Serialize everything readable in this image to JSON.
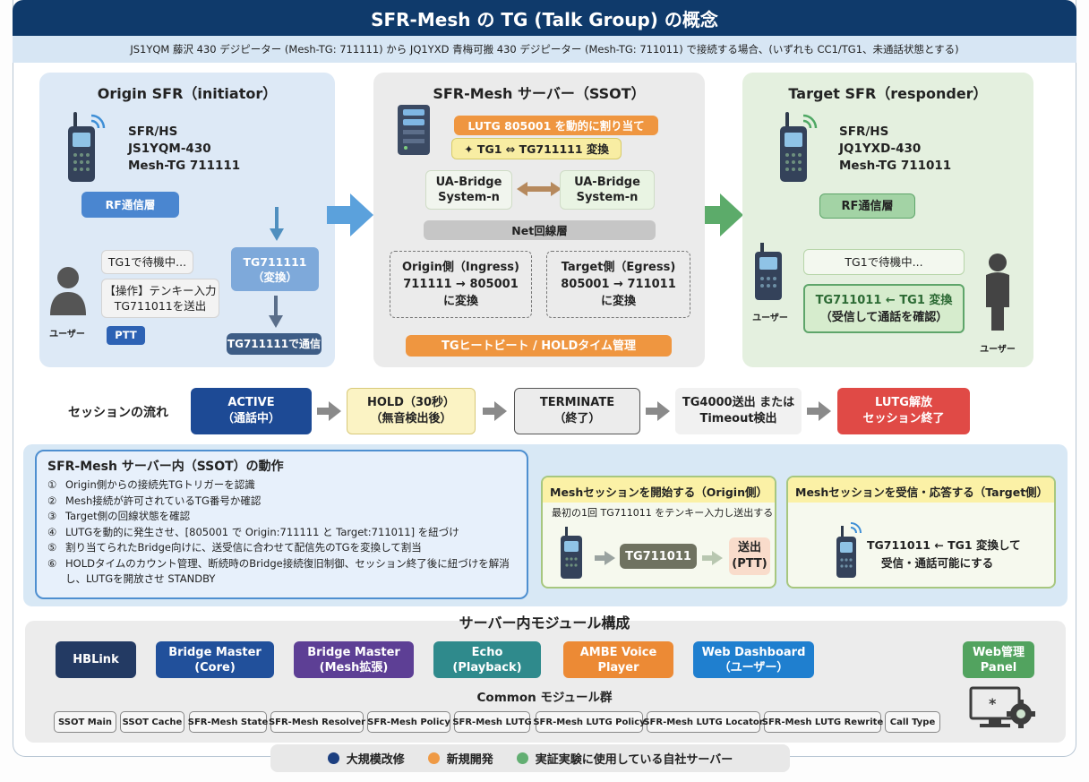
{
  "header": {
    "title": "SFR-Mesh の TG (Talk Group) の概念",
    "subtitle": "JS1YQM 藤沢 430 デジピーター (Mesh-TG: 711111) から JQ1YXD 青梅可搬 430 デジピーター (Mesh-TG: 711011) で接続する場合、(いずれも CC1/TG1、未通話状態とする)"
  },
  "origin": {
    "title": "Origin SFR（initiator）",
    "device_lines": [
      "SFR/HS",
      "JS1YQM-430",
      "Mesh-TG 711111"
    ],
    "rf_layer": "RF通信層",
    "standby": "TG1で待機中...",
    "operation_line1": "【操作】テンキー入力",
    "operation_line2": "TG711011を送出",
    "ptt": "PTT",
    "user_label": "ユーザー",
    "convert_line1": "TG711111",
    "convert_line2": "（変換）",
    "comm": "TG711111で通信"
  },
  "server": {
    "title": "SFR-Mesh サーバー（SSOT）",
    "lutg_alloc": "LUTG 805001 を動的に割り当て",
    "tg_convert": "✦ TG1 ⇔ TG711111 変換",
    "bridge_left_1": "UA-Bridge",
    "bridge_left_2": "System-n",
    "bridge_right_1": "UA-Bridge",
    "bridge_right_2": "System-n",
    "net_layer": "Net回線層",
    "ingress_1": "Origin側（Ingress)",
    "ingress_2": "711111 → 805001",
    "ingress_3": "に変換",
    "egress_1": "Target側（Egress)",
    "egress_2": "805001 → 711011",
    "egress_3": "に変換",
    "heartbeat": "TGヒートビート / HOLDタイム管理"
  },
  "target": {
    "title": "Target SFR（responder）",
    "device_lines": [
      "SFR/HS",
      "JQ1YXD-430",
      "Mesh-TG 711011"
    ],
    "rf_layer": "RF通信層",
    "standby": "TG1で待機中...",
    "convert_line1": "TG711011 ← TG1 変換",
    "convert_line2": "（受信して通話を確認）",
    "user_label_left": "ユーザー",
    "user_label_right": "ユーザー"
  },
  "flow": {
    "label": "セッションの流れ",
    "steps": [
      {
        "line1": "ACTIVE",
        "line2": "（通話中）"
      },
      {
        "line1": "HOLD（30秒）",
        "line2": "（無音検出後）"
      },
      {
        "line1": "TERMINATE",
        "line2": "（終了）"
      },
      {
        "line1": "TG4000送出 または",
        "line2": "Timeout検出"
      },
      {
        "line1": "LUTG解放",
        "line2": "セッション終了"
      }
    ]
  },
  "ssot_ops": {
    "title": "SFR-Mesh サーバー内（SSOT）の動作",
    "items": [
      {
        "n": "①",
        "text": "Origin側からの接続先TGトリガーを認識"
      },
      {
        "n": "②",
        "text": "Mesh接続が許可されているTG番号か確認"
      },
      {
        "n": "③",
        "text": "Target側の回線状態を確認"
      },
      {
        "n": "④",
        "text": "LUTGを動的に発生させ、[805001 で Origin:711111 と Target:711011] を紐づけ"
      },
      {
        "n": "⑤",
        "text": "割り当てられたBridge向けに、送受信に合わせて配信先のTGを変換して割当"
      },
      {
        "n": "⑥",
        "text": "HOLDタイムのカウント管理、断続時のBridge接続復旧制御、セッション終了後に紐づけを解消し、LUTGを開放させ STANDBY"
      }
    ]
  },
  "origin_card": {
    "title": "Meshセッションを開始する（Origin側）",
    "desc": "最初の1回 TG711011 をテンキー入力し送出する",
    "tg": "TG711011",
    "send_1": "送出",
    "send_2": "(PTT)"
  },
  "target_card": {
    "title": "Meshセッションを受信・応答する（Target側）",
    "line1": "TG711011 ← TG1 変換して",
    "line2": "受信・通話可能にする"
  },
  "modules": {
    "title": "サーバー内モジュール構成",
    "items": [
      {
        "line1": "HBLink",
        "line2": "",
        "color": "#233a63"
      },
      {
        "line1": "Bridge Master",
        "line2": "(Core)",
        "color": "#21509b"
      },
      {
        "line1": "Bridge Master",
        "line2": "(Mesh拡張)",
        "color": "#5d3f95"
      },
      {
        "line1": "Echo",
        "line2": "(Playback)",
        "color": "#2f8a8c"
      },
      {
        "line1": "AMBE Voice",
        "line2": "Player",
        "color": "#ec8a35"
      },
      {
        "line1": "Web Dashboard",
        "line2": "（ユーザー）",
        "color": "#1f7fcf"
      },
      {
        "line1": "Web管理",
        "line2": "Panel",
        "color": "#52a35f"
      }
    ],
    "common_title": "Common モジュール群",
    "common": [
      "SSOT Main",
      "SSOT Cache",
      "SFR-Mesh State",
      "SFR-Mesh Resolver",
      "SFR-Mesh Policy",
      "SFR-Mesh LUTG",
      "SFR-Mesh LUTG Policy",
      "SFR-Mesh LUTG Locator",
      "SFR-Mesh LUTG Rewrite",
      "Call Type"
    ]
  },
  "legend": [
    {
      "label": "大規模改修",
      "color": "#1c3f80"
    },
    {
      "label": "新規開発",
      "color": "#ef9a45"
    },
    {
      "label": "実証実験に使用している自社サーバー",
      "color": "#62ae72"
    }
  ],
  "colors": {
    "header": "#0f3a6b",
    "origin_accent": "#4a86d0",
    "target_accent": "#52a35f",
    "orange": "#ef9640"
  },
  "icons": {
    "radio": "handheld-radio-icon",
    "server": "server-rack-icon",
    "user": "person-icon",
    "admin": "monitor-gear-icon"
  }
}
